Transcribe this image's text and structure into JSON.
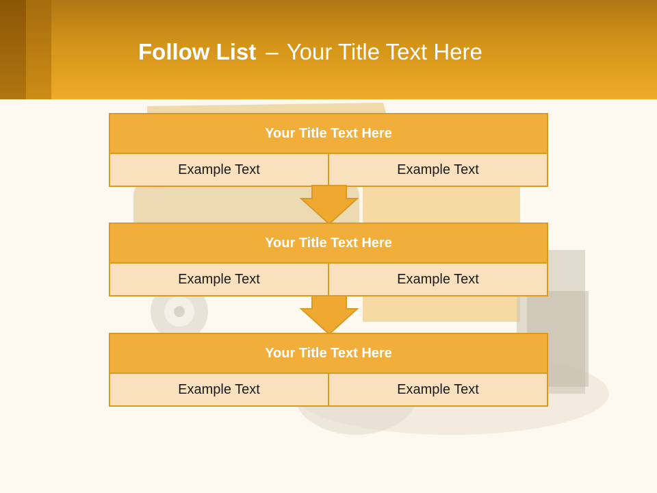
{
  "slide": {
    "title_bold": "Follow List",
    "title_separator": "–",
    "title_rest": "Your Title Text Here"
  },
  "blocks": [
    {
      "title": "Your Title Text Here",
      "cells": [
        "Example Text",
        "Example Text"
      ]
    },
    {
      "title": "Your Title Text Here",
      "cells": [
        "Example Text",
        "Example Text"
      ]
    },
    {
      "title": "Your Title Text Here",
      "cells": [
        "Example Text",
        "Example Text"
      ]
    }
  ],
  "colors": {
    "header": "#e3a124",
    "block_title": "#f0a930",
    "block_cell": "#f9dfbd",
    "border": "#d69a25",
    "background": "#fdf9f0"
  },
  "icons": [
    "down-arrow-icon",
    "truck-illustration"
  ]
}
